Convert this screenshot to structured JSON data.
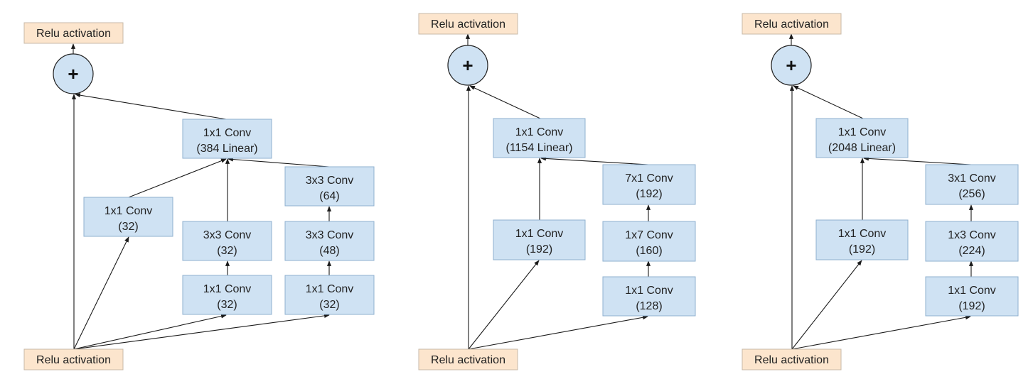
{
  "colors": {
    "relu_fill": "#fce5cd",
    "conv_fill": "#cfe2f3",
    "edge": "#1a1a1a"
  },
  "diagrams": [
    {
      "output_label": "Relu activation",
      "input_label": "Relu activation",
      "sum_symbol": "+",
      "nodes": [
        {
          "id": "a_proj",
          "lines": [
            "1x1 Conv",
            "(384 Linear)"
          ]
        },
        {
          "id": "a_b1",
          "lines": [
            "1x1 Conv",
            "(32)"
          ]
        },
        {
          "id": "a_b2_top",
          "lines": [
            "3x3 Conv",
            "(32)"
          ]
        },
        {
          "id": "a_b2_bot",
          "lines": [
            "1x1 Conv",
            "(32)"
          ]
        },
        {
          "id": "a_b3_top",
          "lines": [
            "3x3 Conv",
            "(64)"
          ]
        },
        {
          "id": "a_b3_mid",
          "lines": [
            "3x3 Conv",
            "(48)"
          ]
        },
        {
          "id": "a_b3_bot",
          "lines": [
            "1x1 Conv",
            "(32)"
          ]
        }
      ]
    },
    {
      "output_label": "Relu activation",
      "input_label": "Relu activation",
      "sum_symbol": "+",
      "nodes": [
        {
          "id": "b_proj",
          "lines": [
            "1x1 Conv",
            "(1154 Linear)"
          ]
        },
        {
          "id": "b_b1",
          "lines": [
            "1x1 Conv",
            "(192)"
          ]
        },
        {
          "id": "b_b2_top",
          "lines": [
            "7x1 Conv",
            "(192)"
          ]
        },
        {
          "id": "b_b2_mid",
          "lines": [
            "1x7 Conv",
            "(160)"
          ]
        },
        {
          "id": "b_b2_bot",
          "lines": [
            "1x1 Conv",
            "(128)"
          ]
        }
      ]
    },
    {
      "output_label": "Relu activation",
      "input_label": "Relu activation",
      "sum_symbol": "+",
      "nodes": [
        {
          "id": "c_proj",
          "lines": [
            "1x1 Conv",
            "(2048 Linear)"
          ]
        },
        {
          "id": "c_b1",
          "lines": [
            "1x1 Conv",
            "(192)"
          ]
        },
        {
          "id": "c_b2_top",
          "lines": [
            "3x1 Conv",
            "(256)"
          ]
        },
        {
          "id": "c_b2_mid",
          "lines": [
            "1x3 Conv",
            "(224)"
          ]
        },
        {
          "id": "c_b2_bot",
          "lines": [
            "1x1 Conv",
            "(192)"
          ]
        }
      ]
    }
  ]
}
